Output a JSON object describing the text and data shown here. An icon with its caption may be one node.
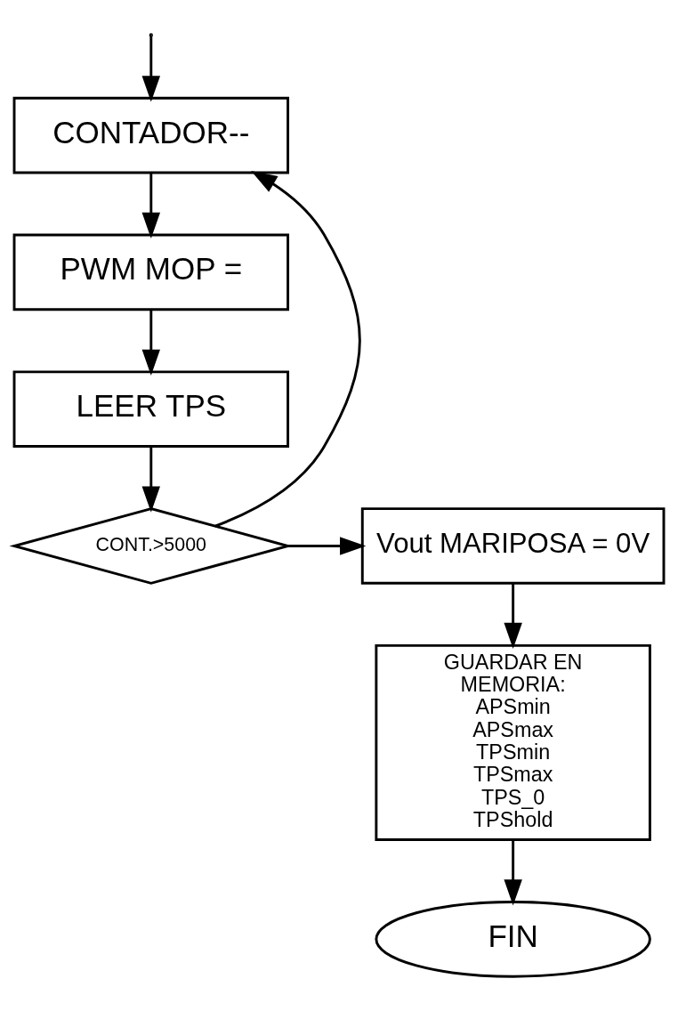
{
  "diagram": {
    "nodes": [
      {
        "text": [
          "CONTADOR--"
        ]
      },
      {
        "text": [
          "PWM MOP ="
        ]
      },
      {
        "text": [
          "LEER TPS"
        ]
      },
      {
        "text": [
          "CONT.>5000"
        ]
      },
      {
        "text": [
          "Vout MARIPOSA = 0V"
        ]
      },
      {
        "text": [
          "GUARDAR EN MEMORIA: APSmin APSmax TPSmin TPSmax TPS_0 TPShold"
        ]
      },
      {
        "text": [
          "FIN"
        ]
      }
    ],
    "edges": [
      {
        "from": null,
        "to": 0,
        "arrow": "to"
      },
      {
        "from": 0,
        "to": 1,
        "arrow": "to"
      },
      {
        "from": 1,
        "to": 2,
        "arrow": "to"
      },
      {
        "from": 2,
        "to": 3,
        "arrow": "to"
      },
      {
        "from": 3,
        "to": 4,
        "arrow": "to"
      },
      {
        "from": 4,
        "to": 5,
        "arrow": "to"
      },
      {
        "from": 5,
        "to": 6,
        "arrow": "to"
      },
      {
        "from": 3,
        "to": 0,
        "arrow": "to"
      }
    ]
  }
}
